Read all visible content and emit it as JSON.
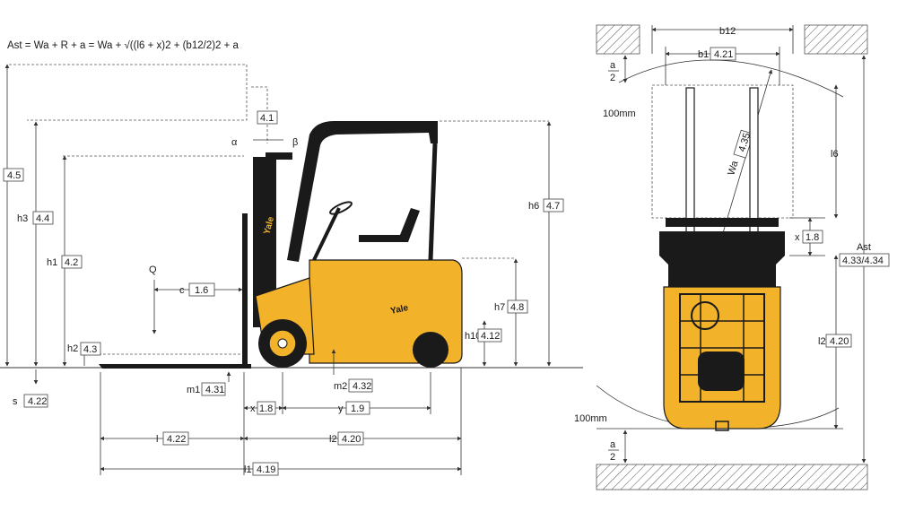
{
  "formula": "Ast = Wa + R + a = Wa + √((l6 + x)2 + (b12/2)2 + a",
  "brand": "Yale",
  "colors": {
    "body": "#f2b22a",
    "ink": "#1a1a1a"
  },
  "side": {
    "q": "Q",
    "c": "c",
    "c_code": "1.6",
    "h4": "4.5",
    "h3": "h3",
    "h3_code": "4.4",
    "h1": "h1",
    "h1_code": "4.2",
    "h2": "h2",
    "h2_code": "4.3",
    "s": "s",
    "s_code": "4.22",
    "tilt_code": "4.1",
    "alpha": "α",
    "beta": "β",
    "h6": "h6",
    "h6_code": "4.7",
    "h7": "h7",
    "h7_code": "4.8",
    "h10": "h10",
    "h10_code": "4.12",
    "m1": "m1",
    "m1_code": "4.31",
    "m2": "m2",
    "m2_code": "4.32",
    "x": "x",
    "x_code": "1.8",
    "y": "y",
    "y_code": "1.9",
    "l": "l",
    "l_code": "4.22",
    "l2": "l2",
    "l2_code": "4.20",
    "l1": "l1",
    "l1_code": "4.19"
  },
  "top": {
    "b12": "b12",
    "b1": "b1",
    "b1_code": "4.21",
    "a": "a",
    "two": "2",
    "mm_top": "100mm",
    "mm_bottom": "100mm",
    "wa": "Wa",
    "wa_code": "4.35",
    "l6": "l6",
    "x": "x",
    "x_code": "1.8",
    "ast": "Ast",
    "ast_code": "4.33/4.34",
    "l2": "l2",
    "l2_code": "4.20"
  }
}
